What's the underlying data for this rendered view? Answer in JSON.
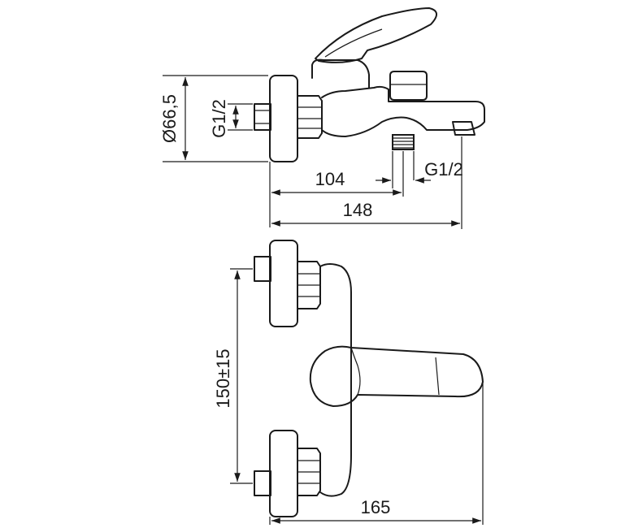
{
  "dimensions": {
    "top_view": {
      "diameter": "Ø66,5",
      "inlet_thread": "G1/2",
      "outlet_thread": "G1/2",
      "spout_offset": "104",
      "total_depth": "148"
    },
    "front_view": {
      "center_distance": "150±15",
      "total_depth": "165"
    }
  }
}
